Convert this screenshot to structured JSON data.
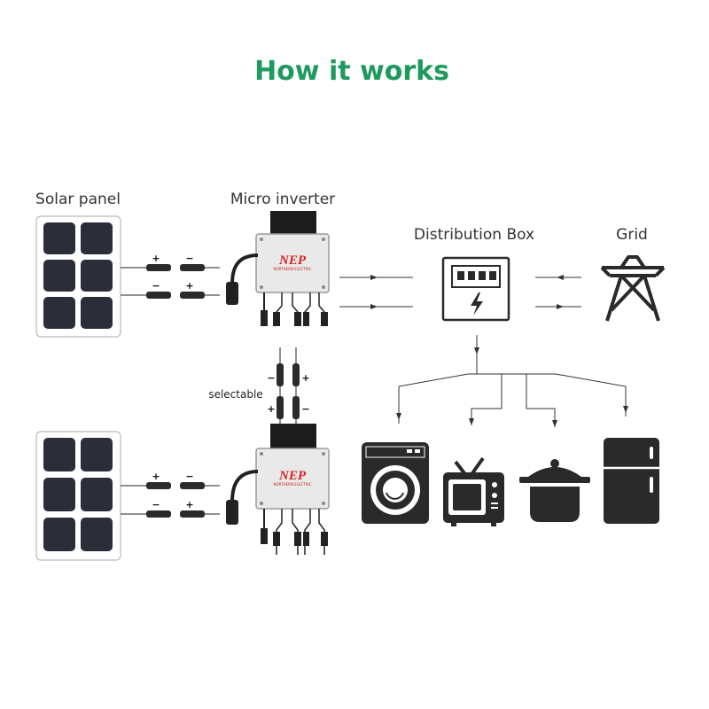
{
  "title": "How it works",
  "labels": {
    "solar_panel": "Solar panel",
    "micro_inverter": "Micro inverter",
    "distribution_box": "Distribution Box",
    "grid": "Grid",
    "selectable": "selectable"
  },
  "inverter": {
    "brand": "NEP",
    "brand_sub": "NORTHERN ELECTRIC"
  },
  "connector_signs": {
    "plus": "+",
    "minus": "−"
  },
  "appliances": [
    "washing-machine",
    "television",
    "cooking-pot",
    "refrigerator"
  ],
  "colors": {
    "title": "#1e9a5e",
    "icon": "#2a2a2a",
    "panel_cell": "#2b2d38",
    "brand_red": "#d82020"
  }
}
